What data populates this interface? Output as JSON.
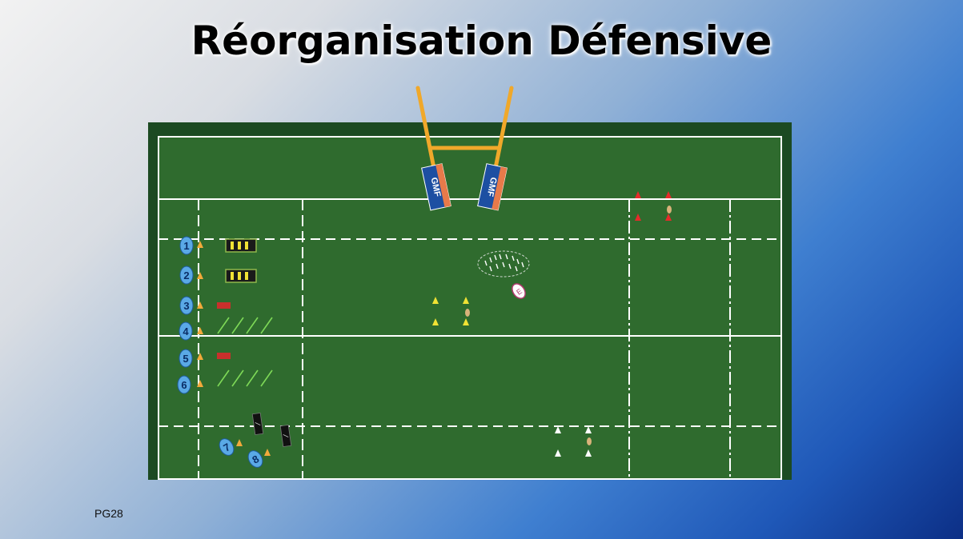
{
  "slide": {
    "title": "Réorganisation Défensive",
    "page_label": "PG28"
  },
  "pitch": {
    "grass_color": "#2f6b2e",
    "border_color": "#1c4a22",
    "line_color": "#ffffff",
    "goalpost_color": "#f0a82a",
    "post_pad_text": "GMF"
  },
  "players": [
    {
      "number": "1"
    },
    {
      "number": "2"
    },
    {
      "number": "3"
    },
    {
      "number": "4"
    },
    {
      "number": "5"
    },
    {
      "number": "6"
    },
    {
      "number": "7"
    },
    {
      "number": "8"
    }
  ],
  "colors": {
    "player_fill": "#5aa9e6",
    "cone_orange": "#f2a93b",
    "cone_yellow": "#f1e234",
    "cone_red": "#e52b2b",
    "cone_white": "#ffffff",
    "tackle_bag": "#c9302c",
    "ball": "#d9b27a"
  },
  "legend_icons": {
    "ladder": "agility-ladder-icon",
    "pole": "pole-icon",
    "shield": "tackle-shield-icon",
    "ruck": "ruck-zone-icon"
  }
}
